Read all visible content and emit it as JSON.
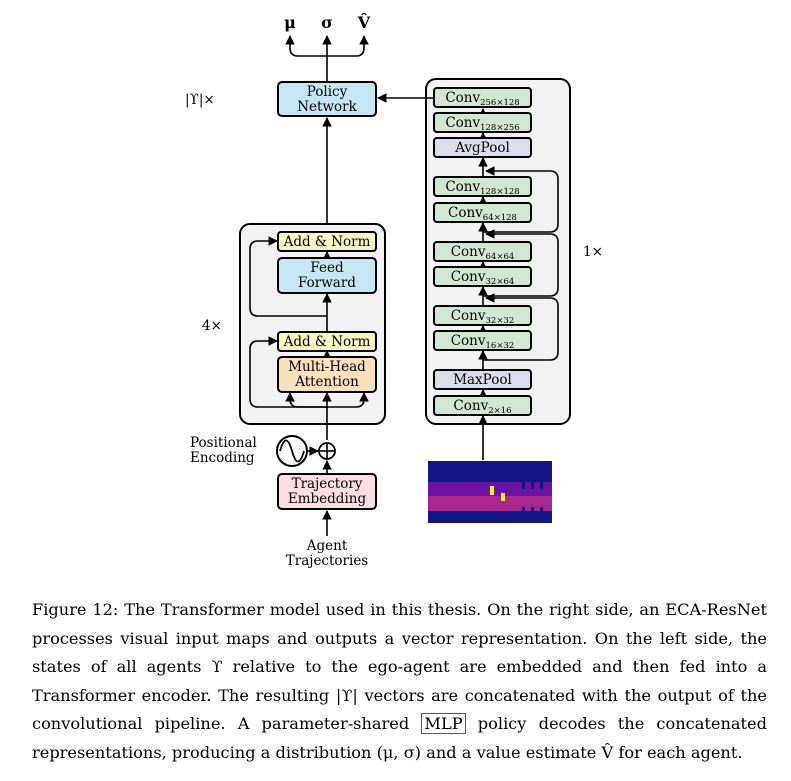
{
  "diagram": {
    "outputs": {
      "mu": "μ",
      "sigma": "σ",
      "value": "V̂"
    },
    "policy_network": {
      "line1": "Policy",
      "line2": "Network"
    },
    "multiplier_left_top": "|ϒ|×",
    "multiplier_transformer": "4×",
    "multiplier_resnet": "1×",
    "transformer": {
      "add_norm_top": "Add & Norm",
      "feed_forward": {
        "line1": "Feed",
        "line2": "Forward"
      },
      "add_norm_bottom": "Add & Norm",
      "attention": {
        "line1": "Multi-Head",
        "line2": "Attention"
      }
    },
    "positional_encoding": {
      "line1": "Positional",
      "line2": "Encoding"
    },
    "trajectory_embedding": {
      "line1": "Trajectory",
      "line2": "Embedding"
    },
    "agent_trajectories": {
      "line1": "Agent",
      "line2": "Trajectories"
    },
    "resnet": [
      {
        "base": "Conv",
        "sub": "256×128"
      },
      {
        "base": "Conv",
        "sub": "128×256"
      },
      {
        "base": "AvgPool",
        "sub": ""
      },
      {
        "base": "Conv",
        "sub": "128×128"
      },
      {
        "base": "Conv",
        "sub": "64×128"
      },
      {
        "base": "Conv",
        "sub": "64×64"
      },
      {
        "base": "Conv",
        "sub": "32×64"
      },
      {
        "base": "Conv",
        "sub": "32×32"
      },
      {
        "base": "Conv",
        "sub": "16×32"
      },
      {
        "base": "MaxPool",
        "sub": ""
      },
      {
        "base": "Conv",
        "sub": "2×16"
      }
    ]
  },
  "colors": {
    "blue_box": "#c5e6f5",
    "yellow_box": "#f7f5c2",
    "orange_box": "#fbe0bd",
    "pink_box": "#fbdde3",
    "green_box": "#cfe8cf",
    "lavender_box": "#dcdcef",
    "panel_bg": "#f2f2f2",
    "map_navy": "#141485",
    "map_purple": "#6a14a3",
    "map_magenta": "#a8278c",
    "map_yellow": "#f2ef1c",
    "caption_highlight": "#e02020"
  },
  "caption": {
    "before": "Figure 12: The Transformer model used in this thesis. On the right side, an ECA-ResNet processes visual input maps and outputs a vector representation. On the left side, the states of all agents ϒ relative to the ego-agent are embedded and then fed into a Transformer encoder. The resulting |ϒ| vectors are concatenated with the output of the convolutional pipeline. A parameter-shared ",
    "highlight": "MLP",
    "after": " policy decodes the concatenated representations, producing a distribution (μ, σ) and a value estimate V̂ for each agent."
  }
}
